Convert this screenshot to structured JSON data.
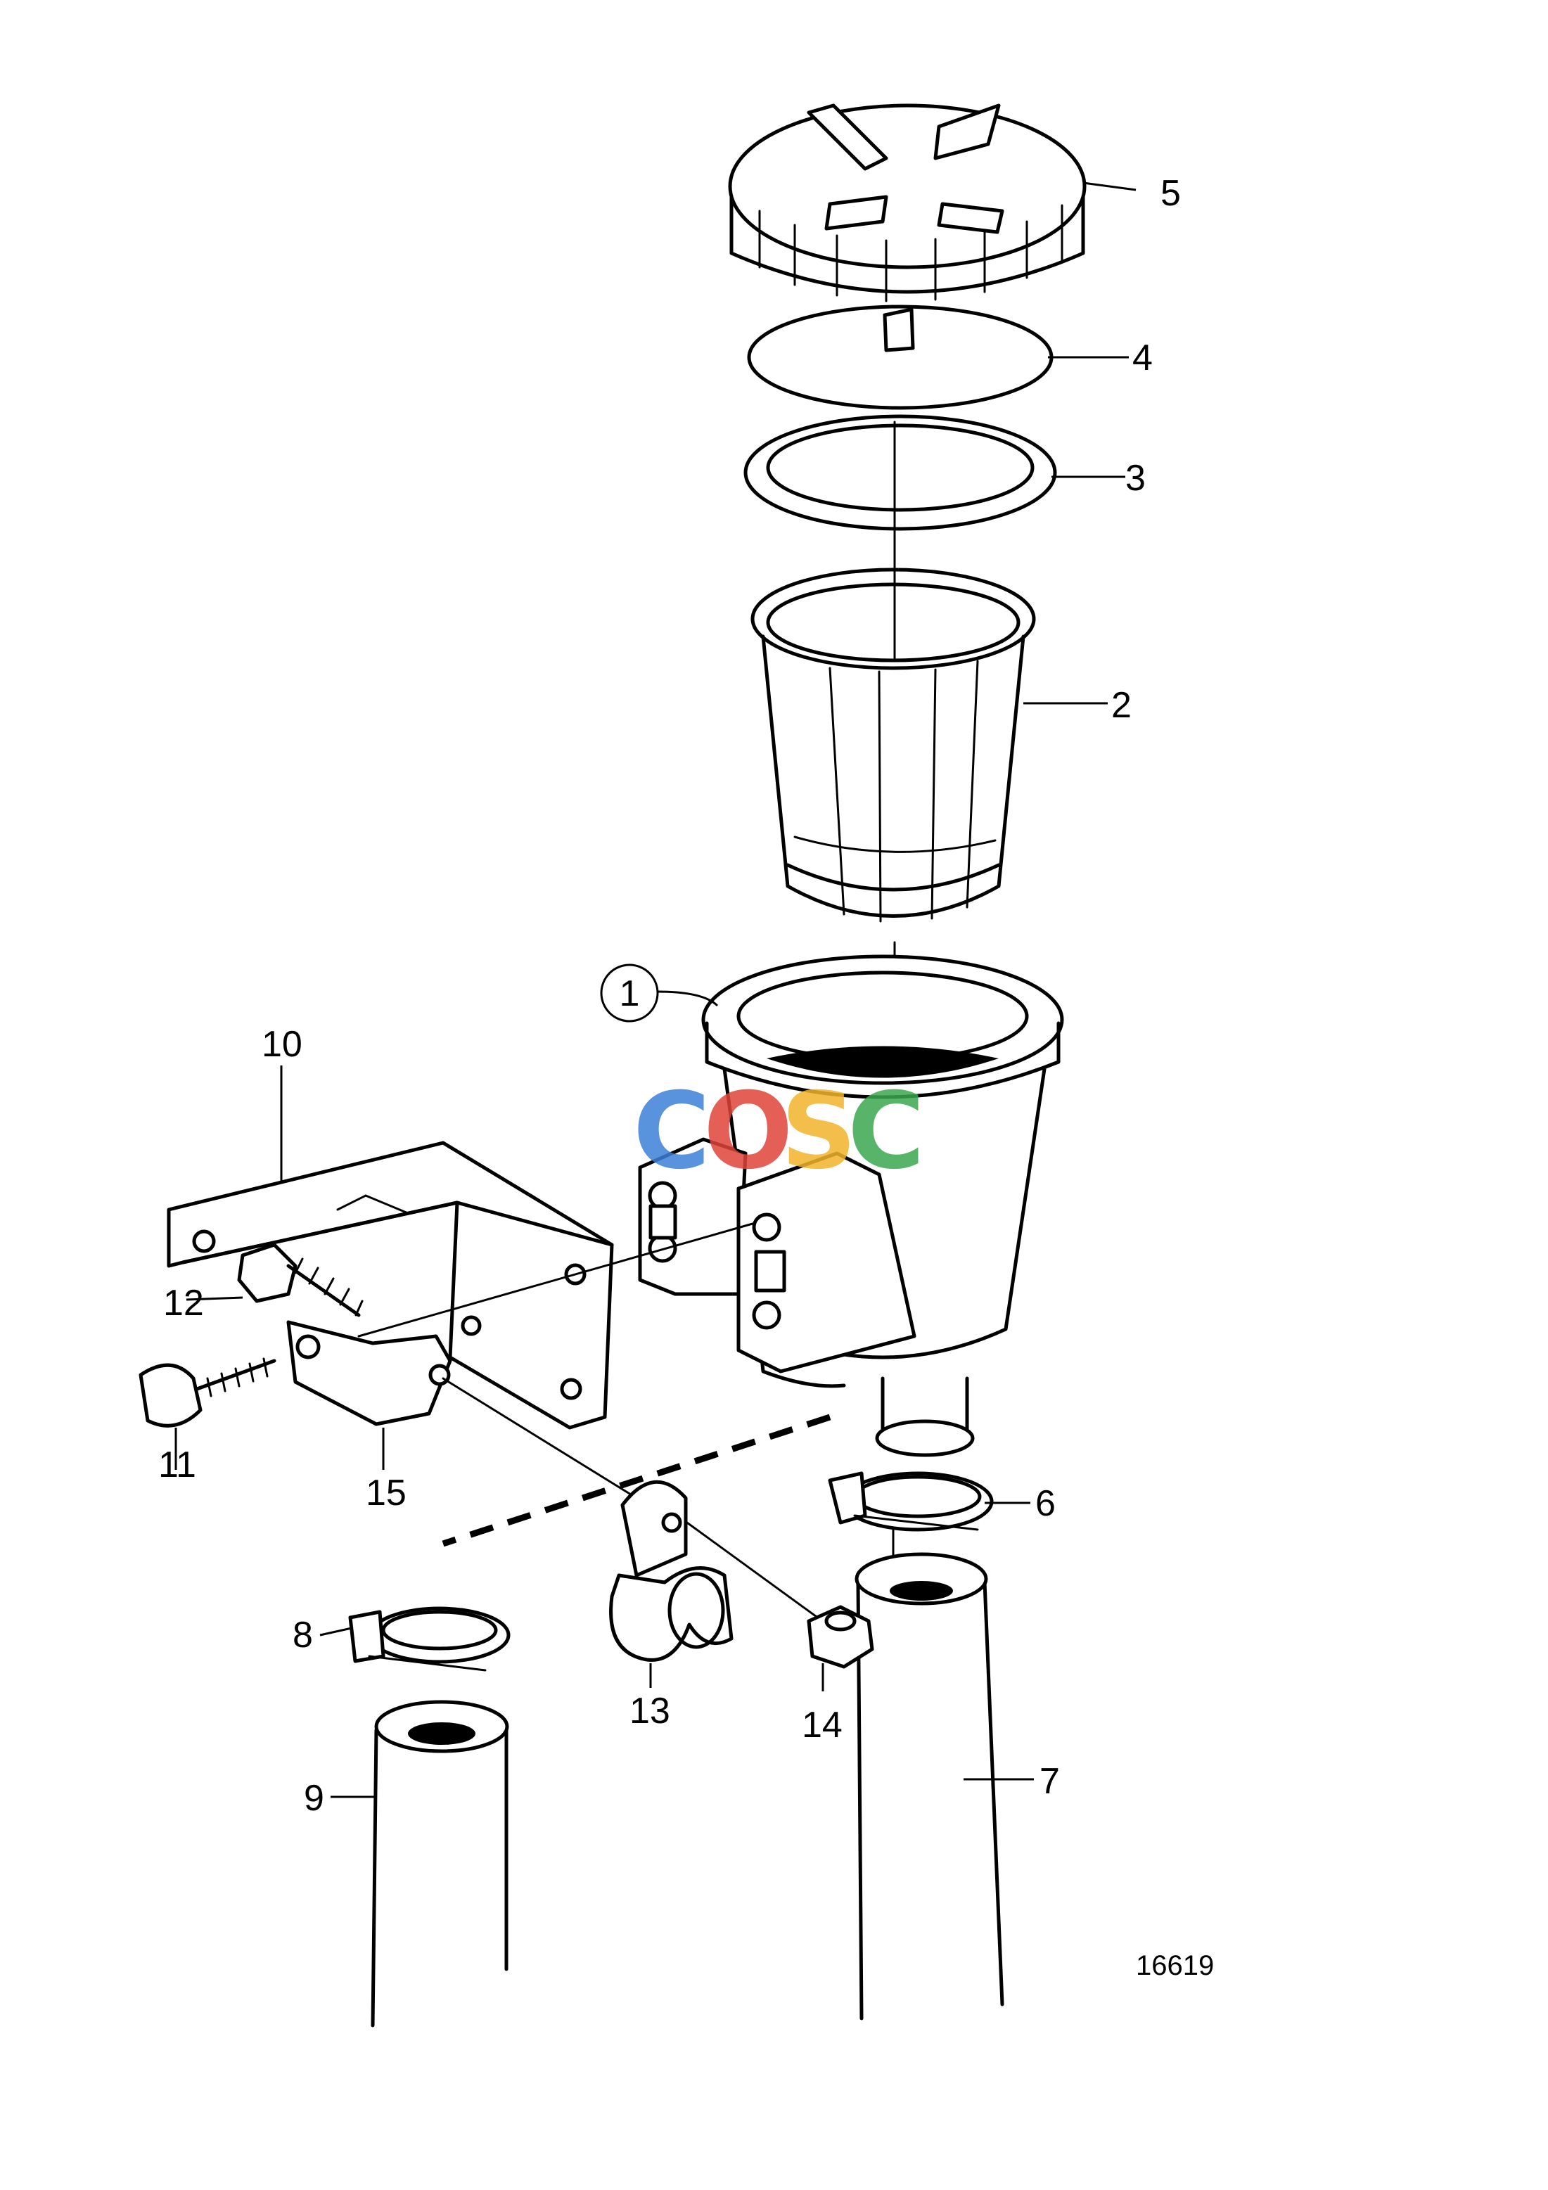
{
  "parts": {
    "p1": "1",
    "p2": "2",
    "p3": "3",
    "p4": "4",
    "p5": "5",
    "p6": "6",
    "p7": "7",
    "p8": "8",
    "p9": "9",
    "p10": "10",
    "p11": "11",
    "p12": "12",
    "p13": "13",
    "p14": "14",
    "p15": "15"
  },
  "reference_number": "16619",
  "watermark": {
    "letters": [
      "C",
      "O",
      "S",
      "C"
    ],
    "colors": [
      "#3d7fd8",
      "#e0453a",
      "#f2b52b",
      "#3aa84f"
    ]
  },
  "colors": {
    "line": "#000000",
    "background": "#ffffff"
  }
}
